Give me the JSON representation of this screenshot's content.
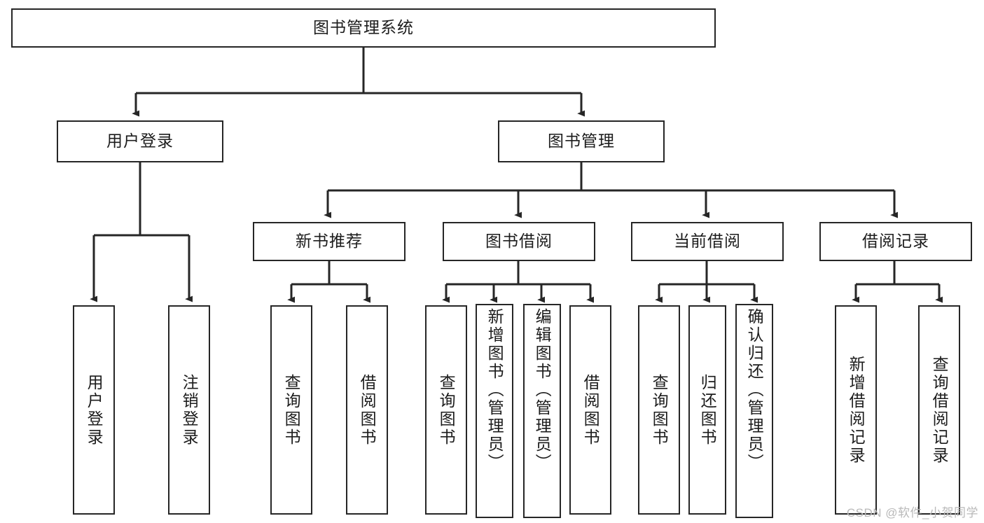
{
  "diagram": {
    "title": "图书管理系统",
    "type": "tree-hierarchy",
    "watermark": "CSDN @软件_小贺同学",
    "colors": {
      "background": "#ffffff",
      "box_border": "#262626",
      "box_fill": "#ffffff",
      "connector": "#262626",
      "text": "#1c1c1c",
      "watermark": "#b9b9b9"
    },
    "root": {
      "label": "图书管理系统"
    },
    "level2": [
      {
        "label": "用户登录"
      },
      {
        "label": "图书管理"
      }
    ],
    "level3": [
      {
        "label": "新书推荐"
      },
      {
        "label": "图书借阅"
      },
      {
        "label": "当前借阅"
      },
      {
        "label": "借阅记录"
      }
    ],
    "leaves": {
      "user_login": [
        {
          "label": "用户登录"
        },
        {
          "label": "注销登录"
        }
      ],
      "new_book_recommend": [
        {
          "label": "查询图书"
        },
        {
          "label": "借阅图书"
        }
      ],
      "book_borrow": [
        {
          "label": "查询图书"
        },
        {
          "label": "新增图书（管理员）"
        },
        {
          "label": "编辑图书（管理员）"
        },
        {
          "label": "借阅图书"
        }
      ],
      "current_borrow": [
        {
          "label": "查询图书"
        },
        {
          "label": "归还图书"
        },
        {
          "label": "确认归还（管理员）"
        }
      ],
      "borrow_record": [
        {
          "label": "新增借阅记录"
        },
        {
          "label": "查询借阅记录"
        }
      ]
    }
  }
}
